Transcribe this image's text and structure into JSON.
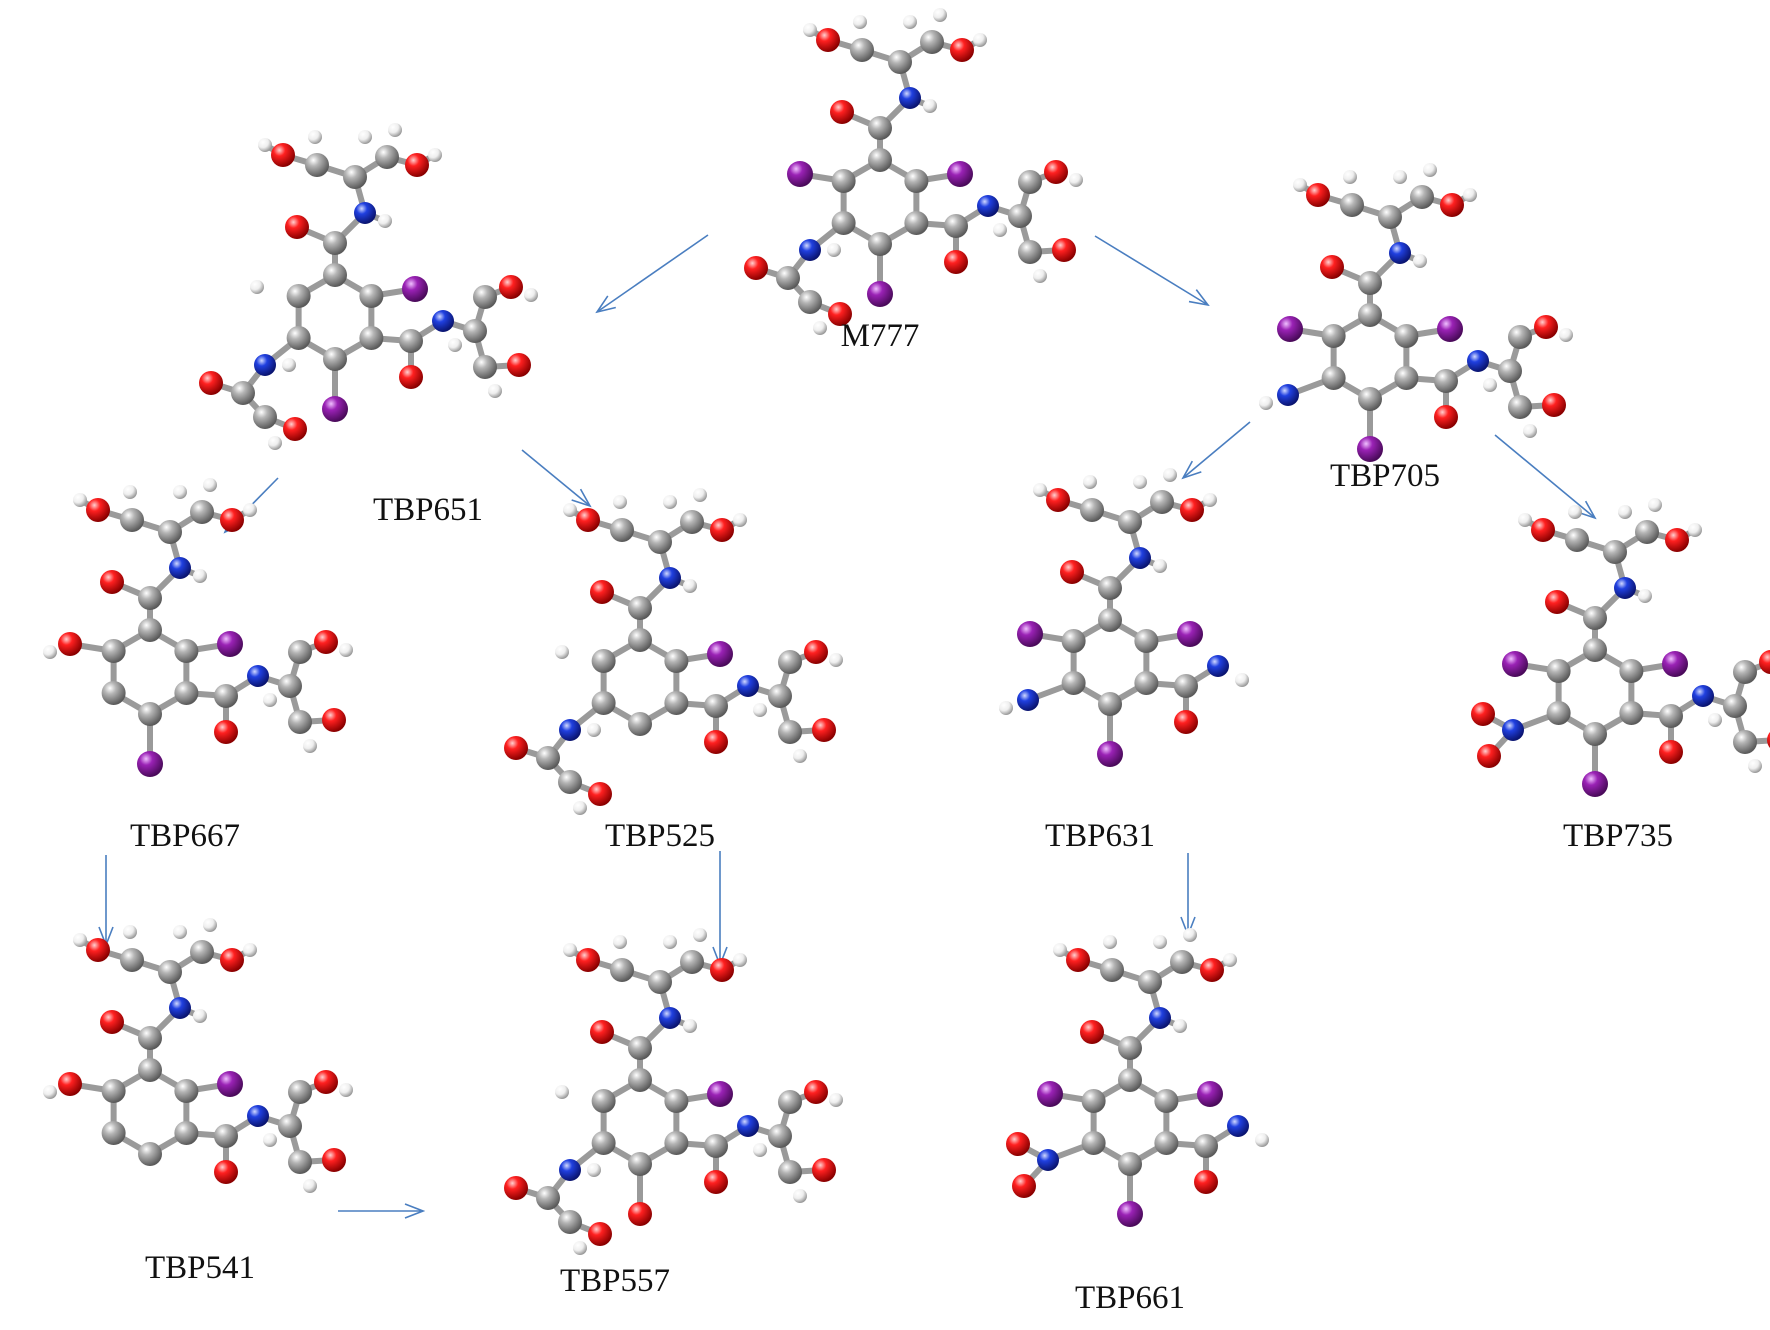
{
  "diagram": {
    "title": "",
    "nodes": [
      {
        "id": "M777",
        "label": "M777"
      },
      {
        "id": "TBP651",
        "label": "TBP651"
      },
      {
        "id": "TBP705",
        "label": "TBP705"
      },
      {
        "id": "TBP667",
        "label": "TBP667"
      },
      {
        "id": "TBP525",
        "label": "TBP525"
      },
      {
        "id": "TBP631",
        "label": "TBP631"
      },
      {
        "id": "TBP735",
        "label": "TBP735"
      },
      {
        "id": "TBP541",
        "label": "TBP541"
      },
      {
        "id": "TBP557",
        "label": "TBP557"
      },
      {
        "id": "TBP661",
        "label": "TBP661"
      }
    ],
    "edges": [
      {
        "from": "M777",
        "to": "TBP651"
      },
      {
        "from": "M777",
        "to": "TBP705"
      },
      {
        "from": "TBP651",
        "to": "TBP667"
      },
      {
        "from": "TBP651",
        "to": "TBP525"
      },
      {
        "from": "TBP705",
        "to": "TBP631"
      },
      {
        "from": "TBP705",
        "to": "TBP735"
      },
      {
        "from": "TBP667",
        "to": "TBP541"
      },
      {
        "from": "TBP525",
        "to": "TBP557"
      },
      {
        "from": "TBP541",
        "to": "TBP557"
      },
      {
        "from": "TBP631",
        "to": "TBP661"
      }
    ],
    "colors": {
      "carbon": "#8c8c8c",
      "oxygen": "#e00000",
      "nitrogen": "#1530c8",
      "iodine": "#8a1aa0",
      "hydrogen": "#f2f2f2",
      "arrow": "#4a7ec0"
    },
    "atom_legend": [
      "carbon",
      "oxygen",
      "nitrogen",
      "iodine",
      "hydrogen"
    ]
  }
}
